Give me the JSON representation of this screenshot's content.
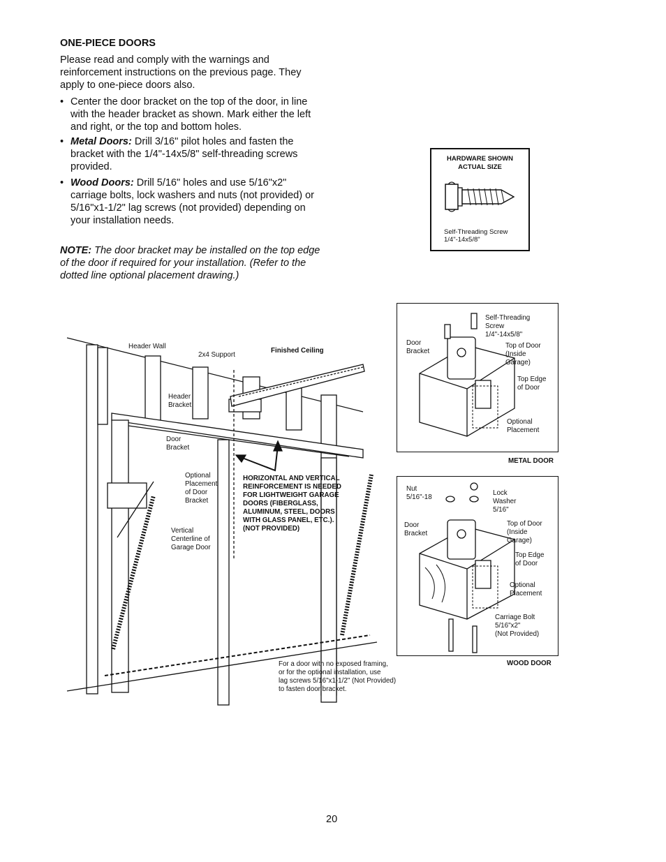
{
  "heading": "ONE-PIECE DOORS",
  "intro": "Please read and comply with the warnings and reinforcement instructions on the previous page. They apply to one-piece doors also.",
  "bullets": [
    {
      "lead": "",
      "text": "Center the door bracket on the top of the door, in line with the header bracket as shown. Mark either the left and right, or the top and bottom holes."
    },
    {
      "lead": "Metal Doors:",
      "text": " Drill 3/16\" pilot holes and fasten the bracket with the 1/4\"-14x5/8\" self-threading screws provided."
    },
    {
      "lead": "Wood Doors:",
      "text": " Drill 5/16\" holes and use 5/16\"x2\" carriage bolts, lock washers and nuts (not provided) or 5/16\"x1-1/2\" lag screws (not provided) depending on your installation needs."
    }
  ],
  "note": {
    "lead": "NOTE:",
    "text": " The door bracket may be installed on the top edge of the door if required for your installation. (Refer to the dotted line optional placement drawing.)"
  },
  "hardware": {
    "title": "HARDWARE SHOWN\nACTUAL SIZE",
    "caption": "Self-Threading Screw\n1/4\"-14x5/8\""
  },
  "garage_labels": {
    "header_wall": "Header Wall",
    "support": "2x4 Support",
    "finished_ceiling": "Finished Ceiling",
    "header_bracket": "Header\nBracket",
    "door_bracket": "Door\nBracket",
    "optional": "Optional\nPlacement\nof Door\nBracket",
    "centerline": "Vertical\nCenterline of\nGarage Door",
    "reinforcement": "HORIZONTAL AND VERTICAL\nREINFORCEMENT IS NEEDED\nFOR LIGHTWEIGHT GARAGE\nDOORS (FIBERGLASS,\nALUMINUM, STEEL, DOORS\nWITH GLASS PANEL, ETC.).\n(NOT PROVIDED)",
    "footnote": "For a door with no exposed framing,\nor for the optional installation, use\nlag screws 5/16\"x1-1/2\" (Not Provided)\nto fasten door bracket."
  },
  "metal": {
    "screw": "Self-Threading\nScrew\n1/4\"-14x5/8\"",
    "door_bracket": "Door\nBracket",
    "top_of_door": "Top of Door\n(Inside\nGarage)",
    "top_edge": "Top Edge\nof Door",
    "optional": "Optional\nPlacement",
    "caption": "METAL DOOR"
  },
  "wood": {
    "nut": "Nut\n5/16\"-18",
    "lock_washer": "Lock\nWasher\n5/16\"",
    "door_bracket": "Door\nBracket",
    "top_of_door": "Top of Door\n(Inside\n Garage)",
    "top_edge": "Top Edge\nof Door",
    "optional": "Optional\nPlacement",
    "carriage": "Carriage Bolt\n5/16\"x2\"\n(Not Provided)",
    "caption": "WOOD DOOR"
  },
  "page_number": "20"
}
